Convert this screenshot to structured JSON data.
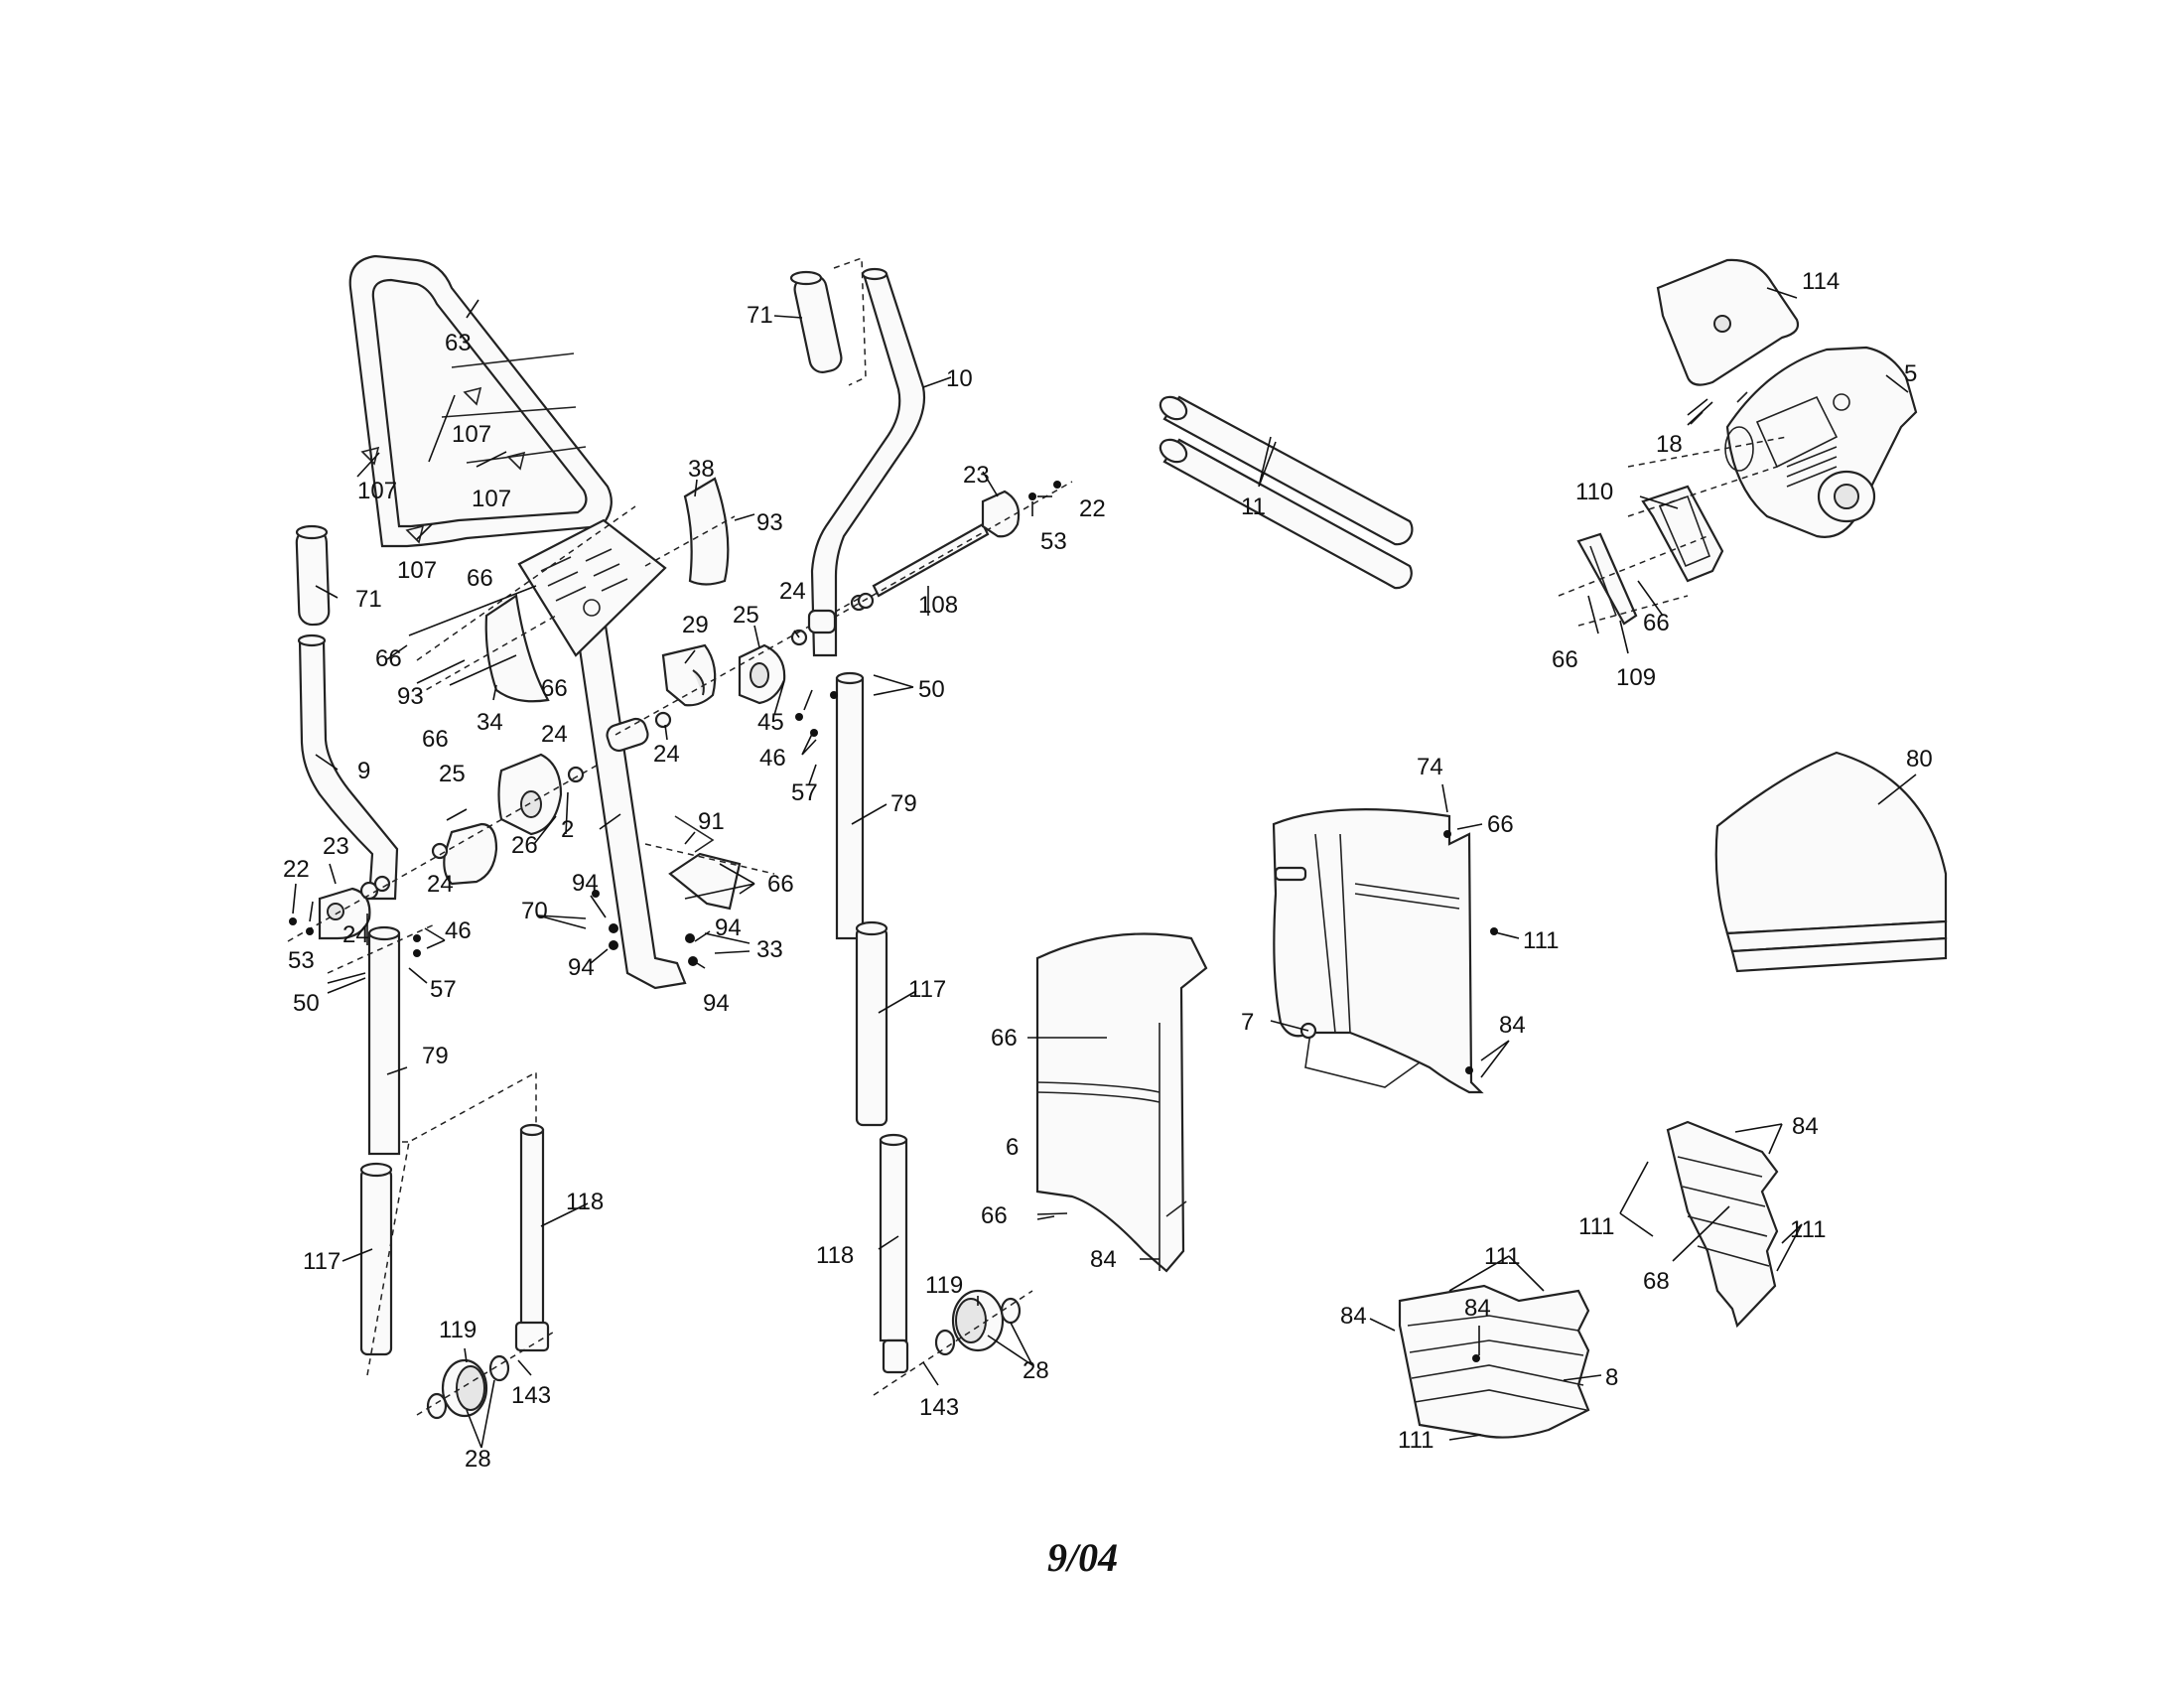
{
  "diagram": {
    "date_code": "9/04",
    "labels": [
      "63",
      "107",
      "107",
      "107",
      "107",
      "71",
      "9",
      "66",
      "66",
      "93",
      "66",
      "66",
      "34",
      "38",
      "93",
      "2",
      "24",
      "25",
      "26",
      "24",
      "23",
      "22",
      "24",
      "53",
      "46",
      "50",
      "57",
      "79",
      "117",
      "118",
      "119",
      "143",
      "28",
      "70",
      "94",
      "94",
      "91",
      "66",
      "94",
      "33",
      "94",
      "29",
      "25",
      "24",
      "24",
      "45",
      "46",
      "57",
      "50",
      "71",
      "10",
      "23",
      "22",
      "53",
      "108",
      "79",
      "117",
      "118",
      "119",
      "143",
      "28",
      "11",
      "66",
      "6",
      "66",
      "84",
      "74",
      "66",
      "111",
      "7",
      "84",
      "80",
      "114",
      "5",
      "18",
      "110",
      "66",
      "66",
      "109",
      "84",
      "111",
      "111",
      "68",
      "111",
      "84",
      "84",
      "8",
      "111"
    ]
  }
}
